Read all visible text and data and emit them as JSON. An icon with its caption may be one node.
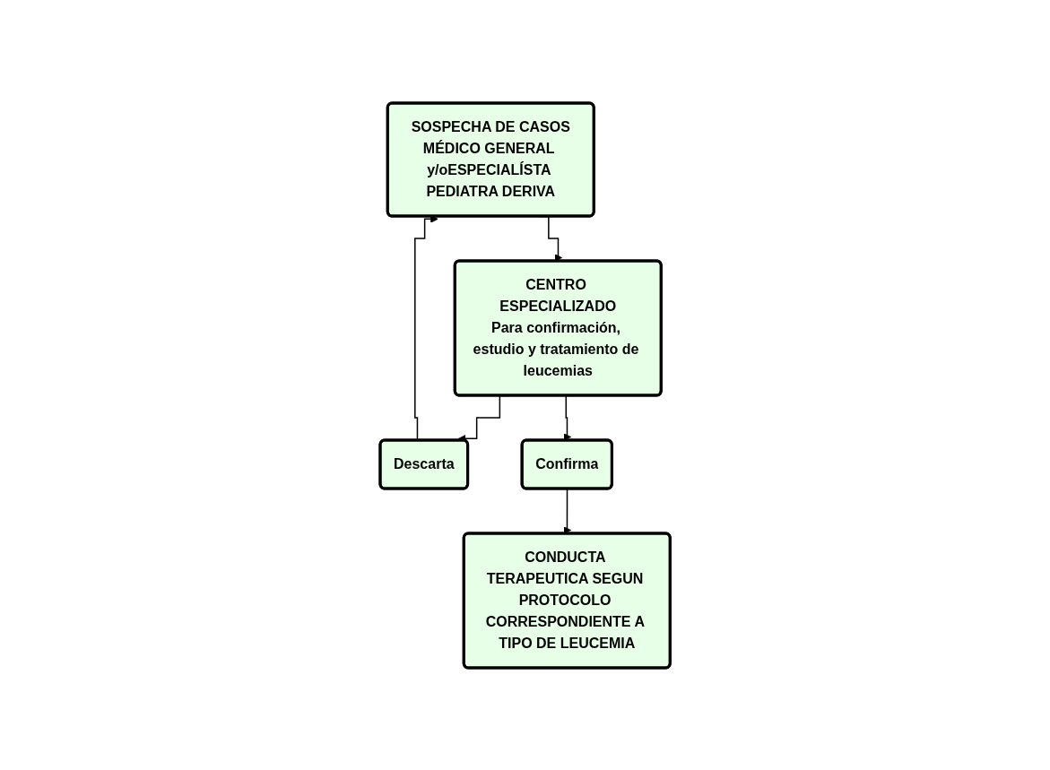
{
  "diagram": {
    "nodes": [
      {
        "text": [
          "SOSPECHA DE CASOS",
          "MÉDICO GENERAL y/oESPECIALÍSTA PEDIATRA DERIVA"
        ]
      },
      {
        "text": [
          "CENTRO ESPECIALIZADO",
          "Para confirmación, estudio y tratamiento de leucemias"
        ]
      },
      {
        "text": [
          "Descarta"
        ]
      },
      {
        "text": [
          "Confirma"
        ]
      },
      {
        "text": [
          "CONDUCTA TERAPEUTICA SEGUN PROTOCOLO CORRESPONDIENTE A TIPO DE LEUCEMIA"
        ]
      }
    ],
    "edges": [
      {
        "from": 0,
        "to": 1,
        "arrow": "to"
      },
      {
        "from": 1,
        "to": 2,
        "arrow": "to"
      },
      {
        "from": 1,
        "to": 3,
        "arrow": "to"
      },
      {
        "from": 2,
        "to": 0,
        "arrow": "to"
      },
      {
        "from": 3,
        "to": 4,
        "arrow": "to"
      }
    ]
  }
}
